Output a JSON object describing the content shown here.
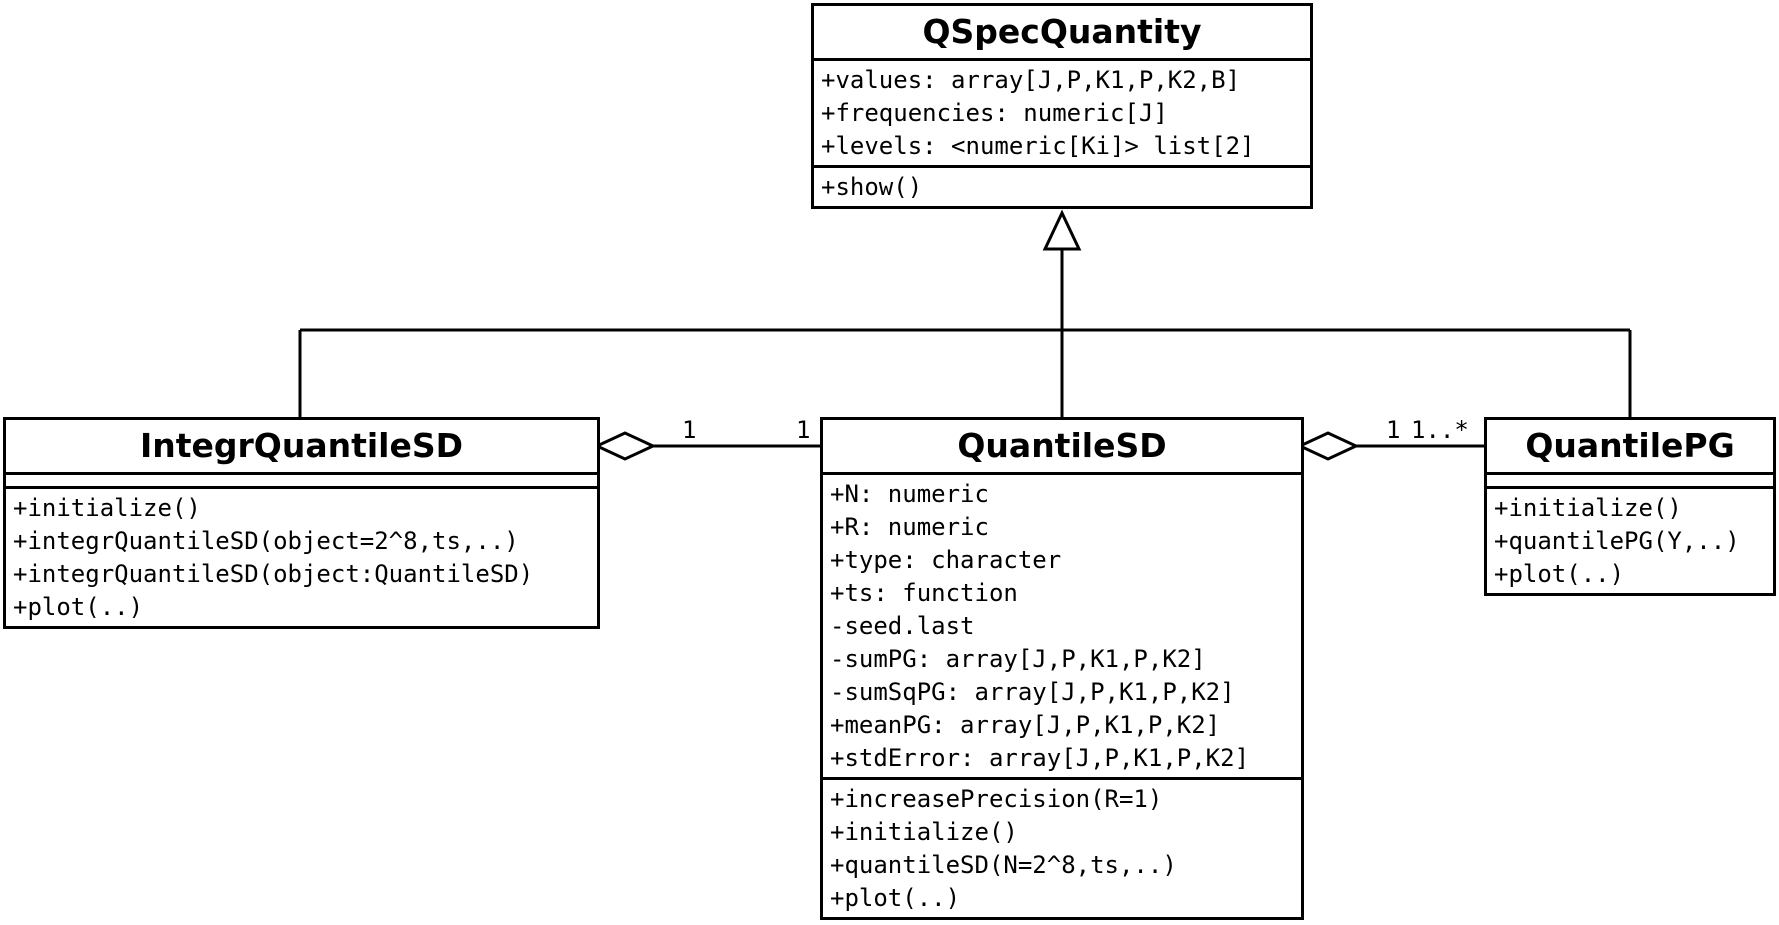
{
  "classes": {
    "qspec": {
      "name": "QSpecQuantity",
      "attributes": [
        "+values: array[J,P,K1,P,K2,B]",
        "+frequencies: numeric[J]",
        "+levels: <numeric[Ki]> list[2]"
      ],
      "operations": [
        "+show()"
      ]
    },
    "integr": {
      "name": "IntegrQuantileSD",
      "attributes": [],
      "operations": [
        "+initialize()",
        "+integrQuantileSD(object=2^8,ts,..)",
        "+integrQuantileSD(object:QuantileSD)",
        "+plot(..)"
      ]
    },
    "quantilesd": {
      "name": "QuantileSD",
      "attributes": [
        "+N: numeric",
        "+R: numeric",
        "+type: character",
        "+ts: function",
        "-seed.last",
        "-sumPG: array[J,P,K1,P,K2]",
        "-sumSqPG: array[J,P,K1,P,K2]",
        "+meanPG: array[J,P,K1,P,K2]",
        "+stdError: array[J,P,K1,P,K2]"
      ],
      "operations": [
        "+increasePrecision(R=1)",
        "+initialize()",
        "+quantileSD(N=2^8,ts,..)",
        "+plot(..)"
      ]
    },
    "quantilepg": {
      "name": "QuantilePG",
      "attributes": [],
      "operations": [
        "+initialize()",
        "+quantilePG(Y,..)",
        "+plot(..)"
      ]
    }
  },
  "associations": {
    "integr_quantilesd": {
      "left_multiplicity": "1",
      "right_multiplicity": "1"
    },
    "quantilesd_quantilepg": {
      "left_multiplicity": "1",
      "right_multiplicity": "1..*"
    }
  }
}
